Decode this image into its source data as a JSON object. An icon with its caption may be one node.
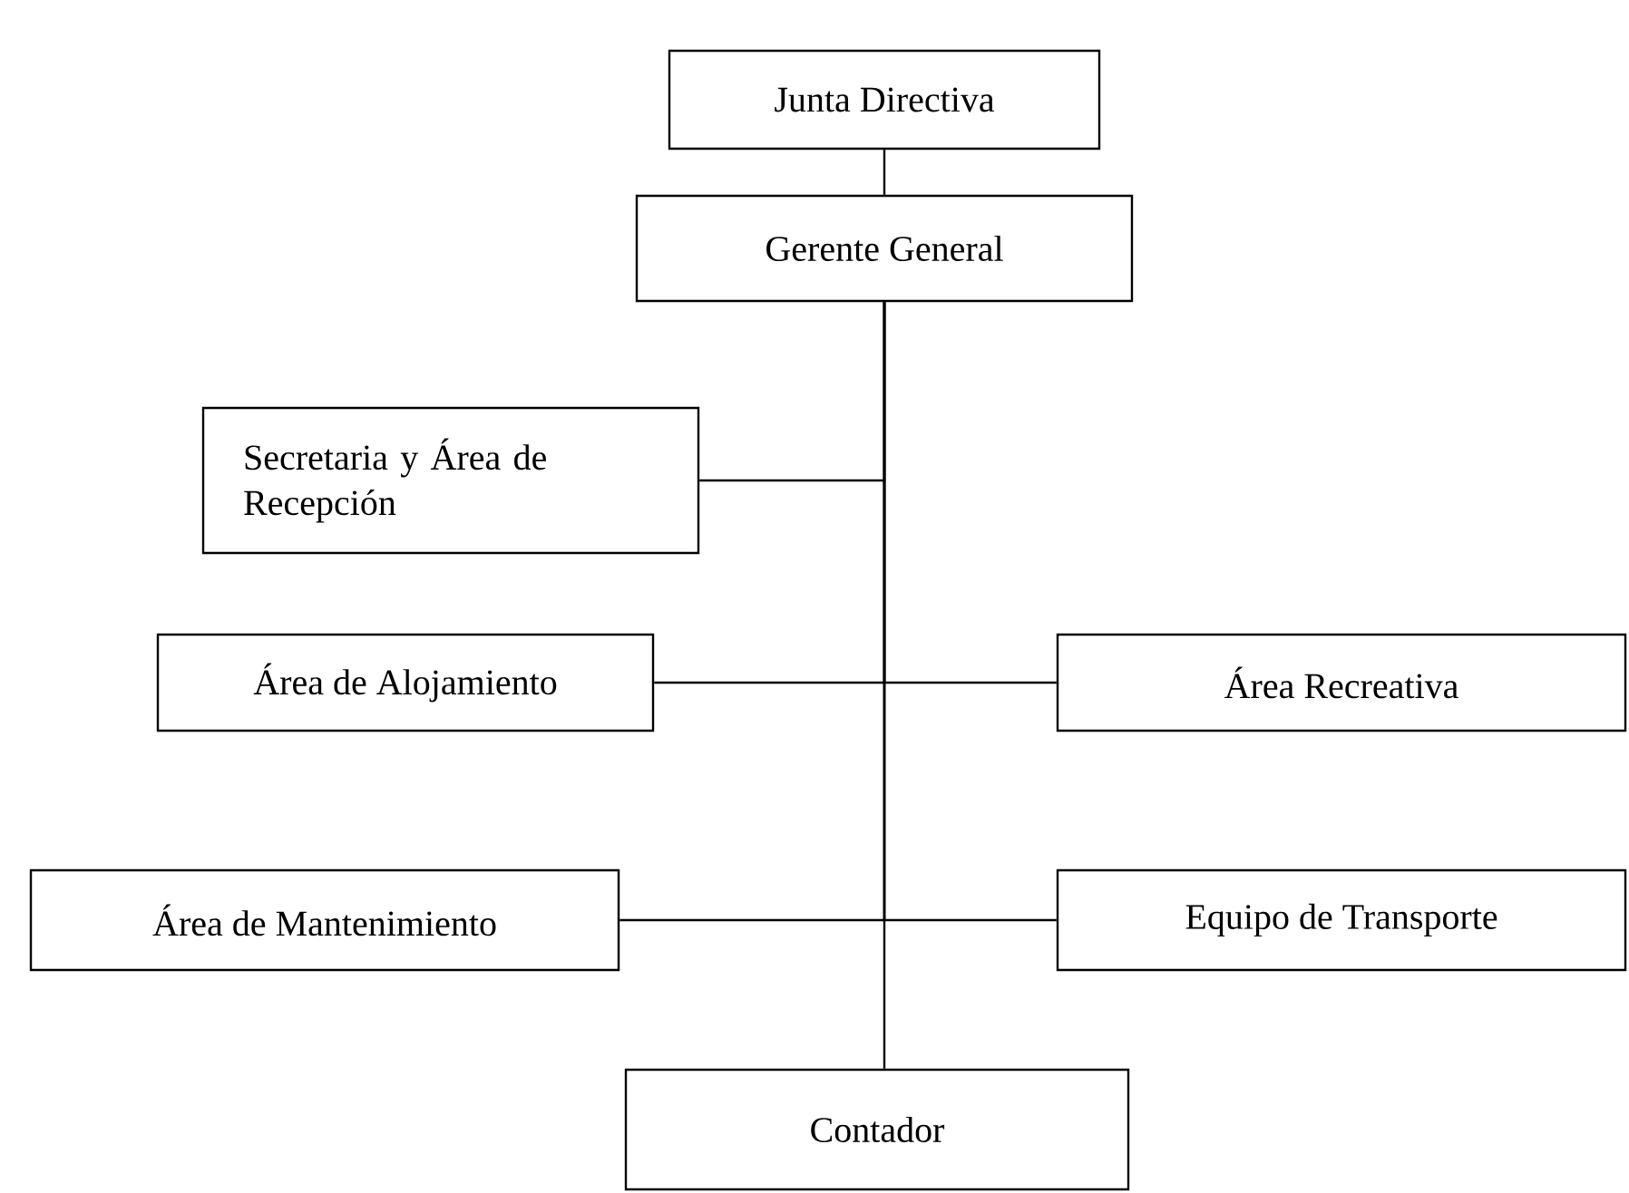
{
  "diagram": {
    "nodes": [
      {
        "text": [
          "Junta Directiva"
        ]
      },
      {
        "text": [
          "Gerente General"
        ]
      },
      {
        "text": [
          "Secretaria y Área de Recepción"
        ]
      },
      {
        "text": [
          "Área de Alojamiento"
        ]
      },
      {
        "text": [
          "Área Recreativa"
        ]
      },
      {
        "text": [
          "Área de Mantenimiento"
        ]
      },
      {
        "text": [
          "Equipo de Transporte"
        ]
      },
      {
        "text": [
          "Contador"
        ]
      }
    ],
    "edges": [
      {
        "from": 0,
        "to": 1,
        "arrow": "none"
      },
      {
        "from": 1,
        "to": 2,
        "arrow": "none"
      },
      {
        "from": 1,
        "to": 3,
        "arrow": "none"
      },
      {
        "from": 1,
        "to": 4,
        "arrow": "none"
      },
      {
        "from": 1,
        "to": 5,
        "arrow": "none"
      },
      {
        "from": 1,
        "to": 6,
        "arrow": "none"
      },
      {
        "from": 1,
        "to": 7,
        "arrow": "none"
      }
    ]
  }
}
